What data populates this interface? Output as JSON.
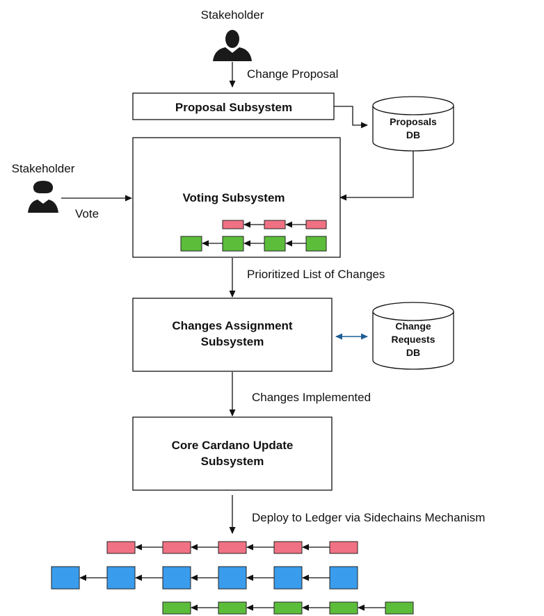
{
  "actors": {
    "top": {
      "label": "Stakeholder"
    },
    "left": {
      "label": "Stakeholder"
    }
  },
  "flows": {
    "change_proposal": "Change Proposal",
    "vote": "Vote",
    "prioritized": "Prioritized List of Changes",
    "implemented": "Changes Implemented",
    "deploy": "Deploy to Ledger via Sidechains Mechanism"
  },
  "subsystems": {
    "proposal": {
      "lines": [
        "Proposal Subsystem"
      ]
    },
    "voting": {
      "lines": [
        "Voting Subsystem"
      ]
    },
    "assignment": {
      "lines": [
        "Changes Assignment",
        "Subsystem"
      ]
    },
    "core": {
      "lines": [
        "Core Cardano Update",
        "Subsystem"
      ]
    }
  },
  "databases": {
    "proposals": {
      "lines": [
        "Proposals",
        "DB"
      ]
    },
    "change_requests": {
      "lines": [
        "Change",
        "Requests",
        "DB"
      ]
    }
  },
  "colors": {
    "red_block": "#f07183",
    "green_block": "#5cbd3a",
    "blue_block": "#3a9cec",
    "bidirectional_arrow": "#1f5f96"
  }
}
